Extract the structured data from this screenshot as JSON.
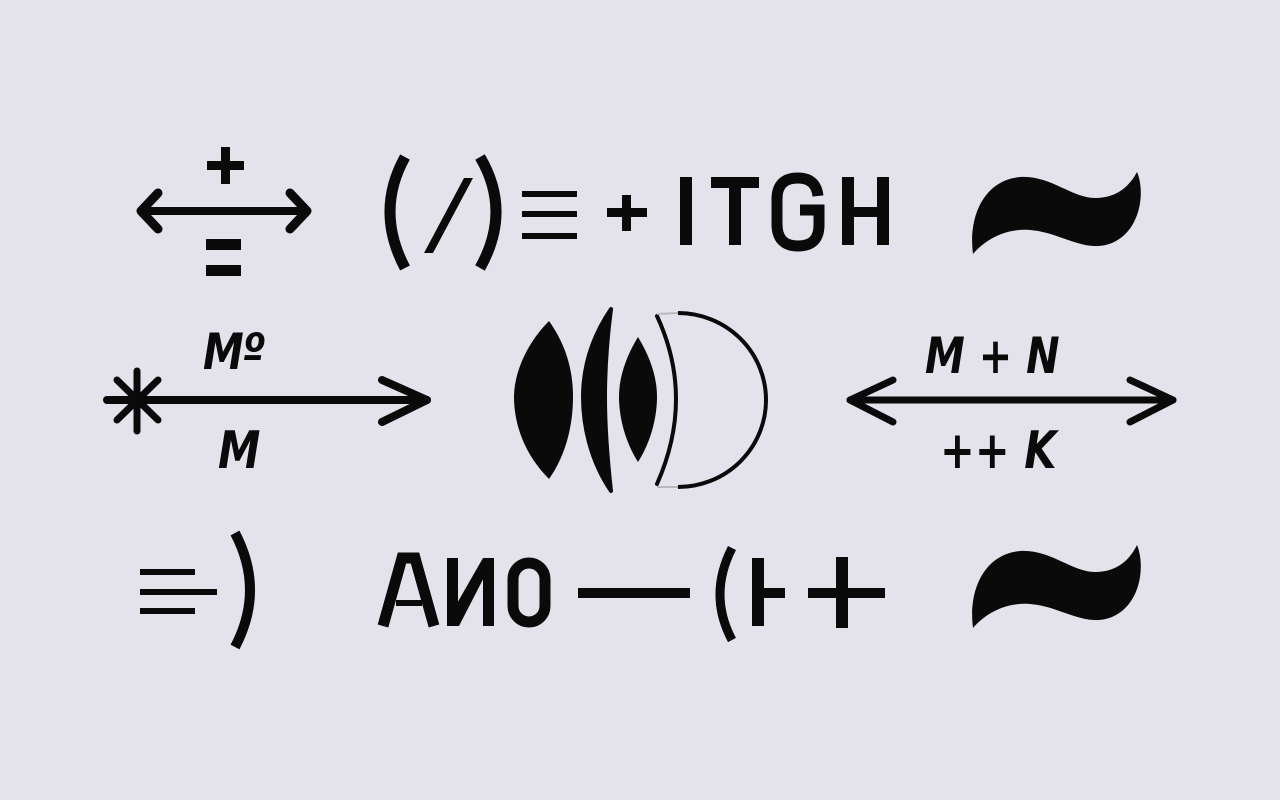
{
  "background_color": "#e4e3ec",
  "ink_color": "#0a0a0a",
  "row1": {
    "cell1": {
      "top_symbol": "+",
      "bottom_symbol": "=",
      "arrow": "double-headed-arrow"
    },
    "cell2": {
      "text": "ITGH",
      "prefix_parens": "(/)",
      "equiv": "≡",
      "plus": "+"
    },
    "cell3": {
      "symbol": "~"
    }
  },
  "row2": {
    "cell1": {
      "top_label": "Mº",
      "bottom_label": "M",
      "arrow": "right-arrow-from-asterisk",
      "origin_symbol": "*"
    },
    "cell2": {
      "shapes": [
        "lens",
        "crescent",
        "small-lens",
        "half-circle-outline"
      ]
    },
    "cell3": {
      "top_label": "M + N",
      "bottom_label": "++ K",
      "arrow": "double-headed-arrow"
    }
  },
  "row3": {
    "cell1": {
      "lines": "≡",
      "paren": ")"
    },
    "cell2": {
      "text": "AИO",
      "dash": "—",
      "tail": "(⊢+"
    },
    "cell3": {
      "symbol": "~"
    }
  }
}
